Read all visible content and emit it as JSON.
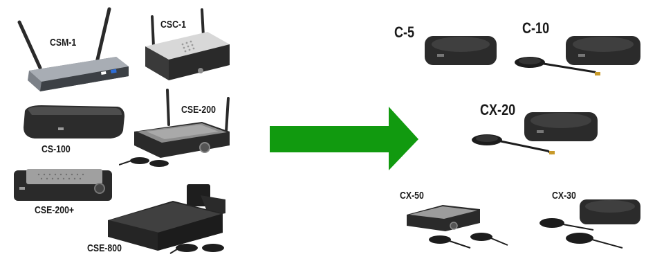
{
  "legacy_products": [
    {
      "id": "csm1",
      "label": "CSM-1"
    },
    {
      "id": "csc1",
      "label": "CSC-1"
    },
    {
      "id": "cse200",
      "label": "CSE-200"
    },
    {
      "id": "cs100",
      "label": "CS-100"
    },
    {
      "id": "cse200plus",
      "label": "CSE-200+"
    },
    {
      "id": "cse800",
      "label": "CSE-800"
    }
  ],
  "new_products": [
    {
      "id": "c5",
      "label": "C-5"
    },
    {
      "id": "c10",
      "label": "C-10"
    },
    {
      "id": "cx20",
      "label": "CX-20"
    },
    {
      "id": "cx50",
      "label": "CX-50"
    },
    {
      "id": "cx30",
      "label": "CX-30"
    }
  ],
  "arrow_color": "#119a0f",
  "icons": [
    "router",
    "hub",
    "dongle",
    "arrow-right"
  ]
}
